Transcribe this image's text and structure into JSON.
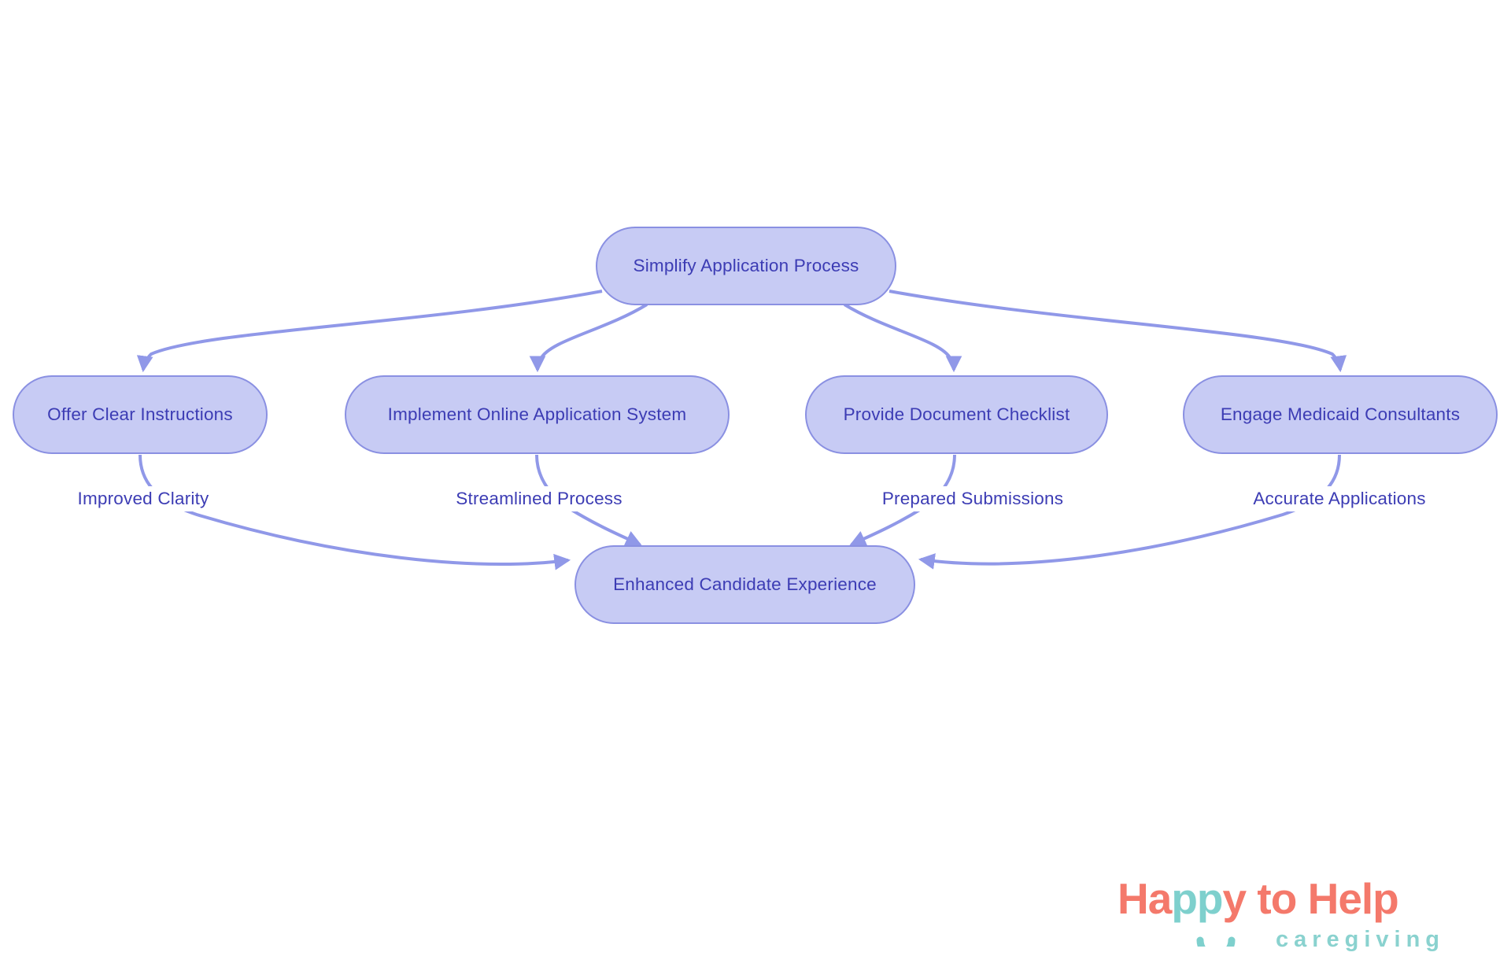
{
  "flowchart": {
    "root_label": "Simplify Application Process",
    "strategies": [
      "Offer Clear Instructions",
      "Implement Online Application System",
      "Provide Document Checklist",
      "Engage Medicaid Consultants"
    ],
    "outcome_labels": [
      "Improved Clarity",
      "Streamlined Process",
      "Prepared Submissions",
      "Accurate Applications"
    ],
    "result_label": "Enhanced Candidate Experience",
    "colors": {
      "node_fill": "#c7cbf4",
      "node_border": "#8a90e2",
      "edge": "#9098e8",
      "text": "#3c3cb4"
    }
  },
  "logo": {
    "seg_ha": "Ha",
    "seg_pp": "pp",
    "seg_y": "y",
    "seg_to": " to ",
    "seg_help": "Help",
    "subtitle": "caregiving",
    "colors": {
      "coral": "#f4796b",
      "teal": "#7ed0cd",
      "subtitle_teal": "#8ad2cf"
    }
  }
}
